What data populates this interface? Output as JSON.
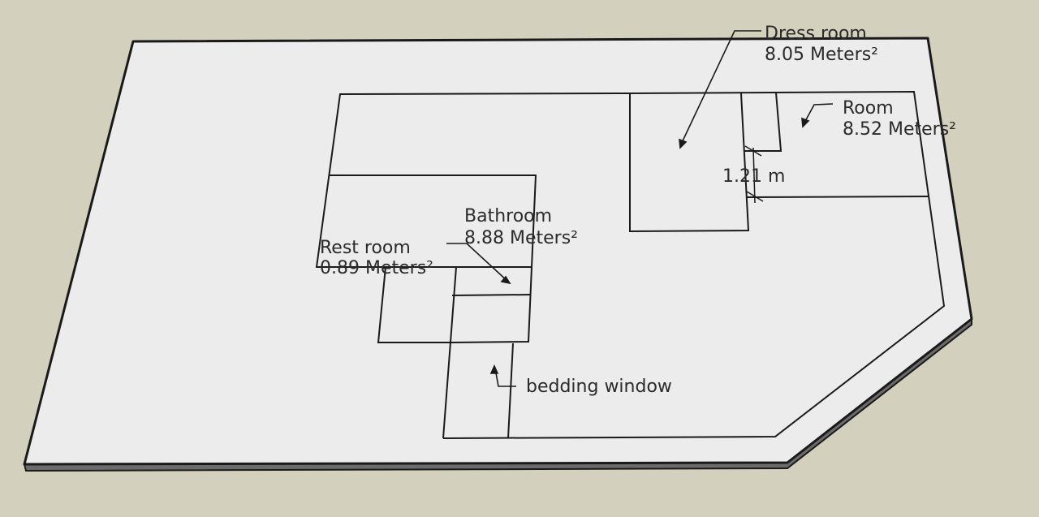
{
  "colors": {
    "background": "#d3d1bd",
    "slab": "#ececec",
    "line": "#1a1a1a",
    "text": "#2b2b2b"
  },
  "labels": {
    "dress_room": {
      "name": "Dress room",
      "area": "8.05 Meters²"
    },
    "room": {
      "name": "Room",
      "area": "8.52 Meters²"
    },
    "bathroom": {
      "name": "Bathroom",
      "area": "8.88 Meters²"
    },
    "rest_room": {
      "name": "Rest room",
      "area": "0.89 Meters²"
    },
    "dimension": "1.21 m",
    "bedding_window": "bedding window"
  }
}
